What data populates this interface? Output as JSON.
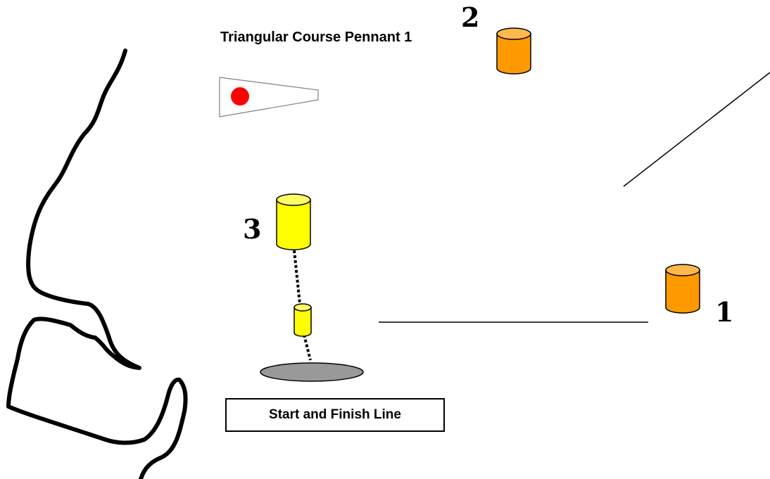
{
  "title": "Triangular Course Pennant 1",
  "marks": [
    {
      "label": "1",
      "color": "#ff9900"
    },
    {
      "label": "2",
      "color": "#ff9900"
    },
    {
      "label": "3",
      "color": "#ffff00"
    }
  ],
  "start_finish_label": "Start and Finish Line",
  "colors": {
    "orange_mark": "#ff9900",
    "yellow_mark": "#ffff00",
    "pennant_dot": "#ff0000",
    "committee_boat": "#999999",
    "line": "#000000"
  }
}
